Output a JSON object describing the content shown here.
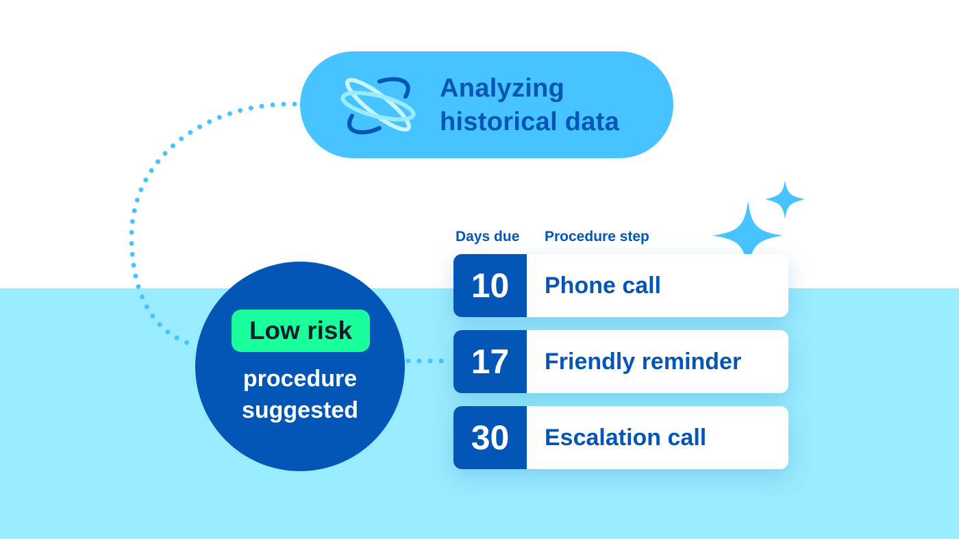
{
  "analysis": {
    "line1": "Analyzing",
    "line2": "historical data",
    "icon": "orbit-icon"
  },
  "result": {
    "badge": "Low risk",
    "line1": "procedure",
    "line2": "suggested"
  },
  "table": {
    "headers": {
      "days": "Days due",
      "step": "Procedure step"
    },
    "rows": [
      {
        "days": "10",
        "step": "Phone call"
      },
      {
        "days": "17",
        "step": "Friendly reminder"
      },
      {
        "days": "30",
        "step": "Escalation call"
      }
    ]
  },
  "colors": {
    "dark_blue": "#0356B5",
    "sky": "#47C3FF",
    "light_band": "#99EBFF",
    "green": "#1AFF9C"
  }
}
